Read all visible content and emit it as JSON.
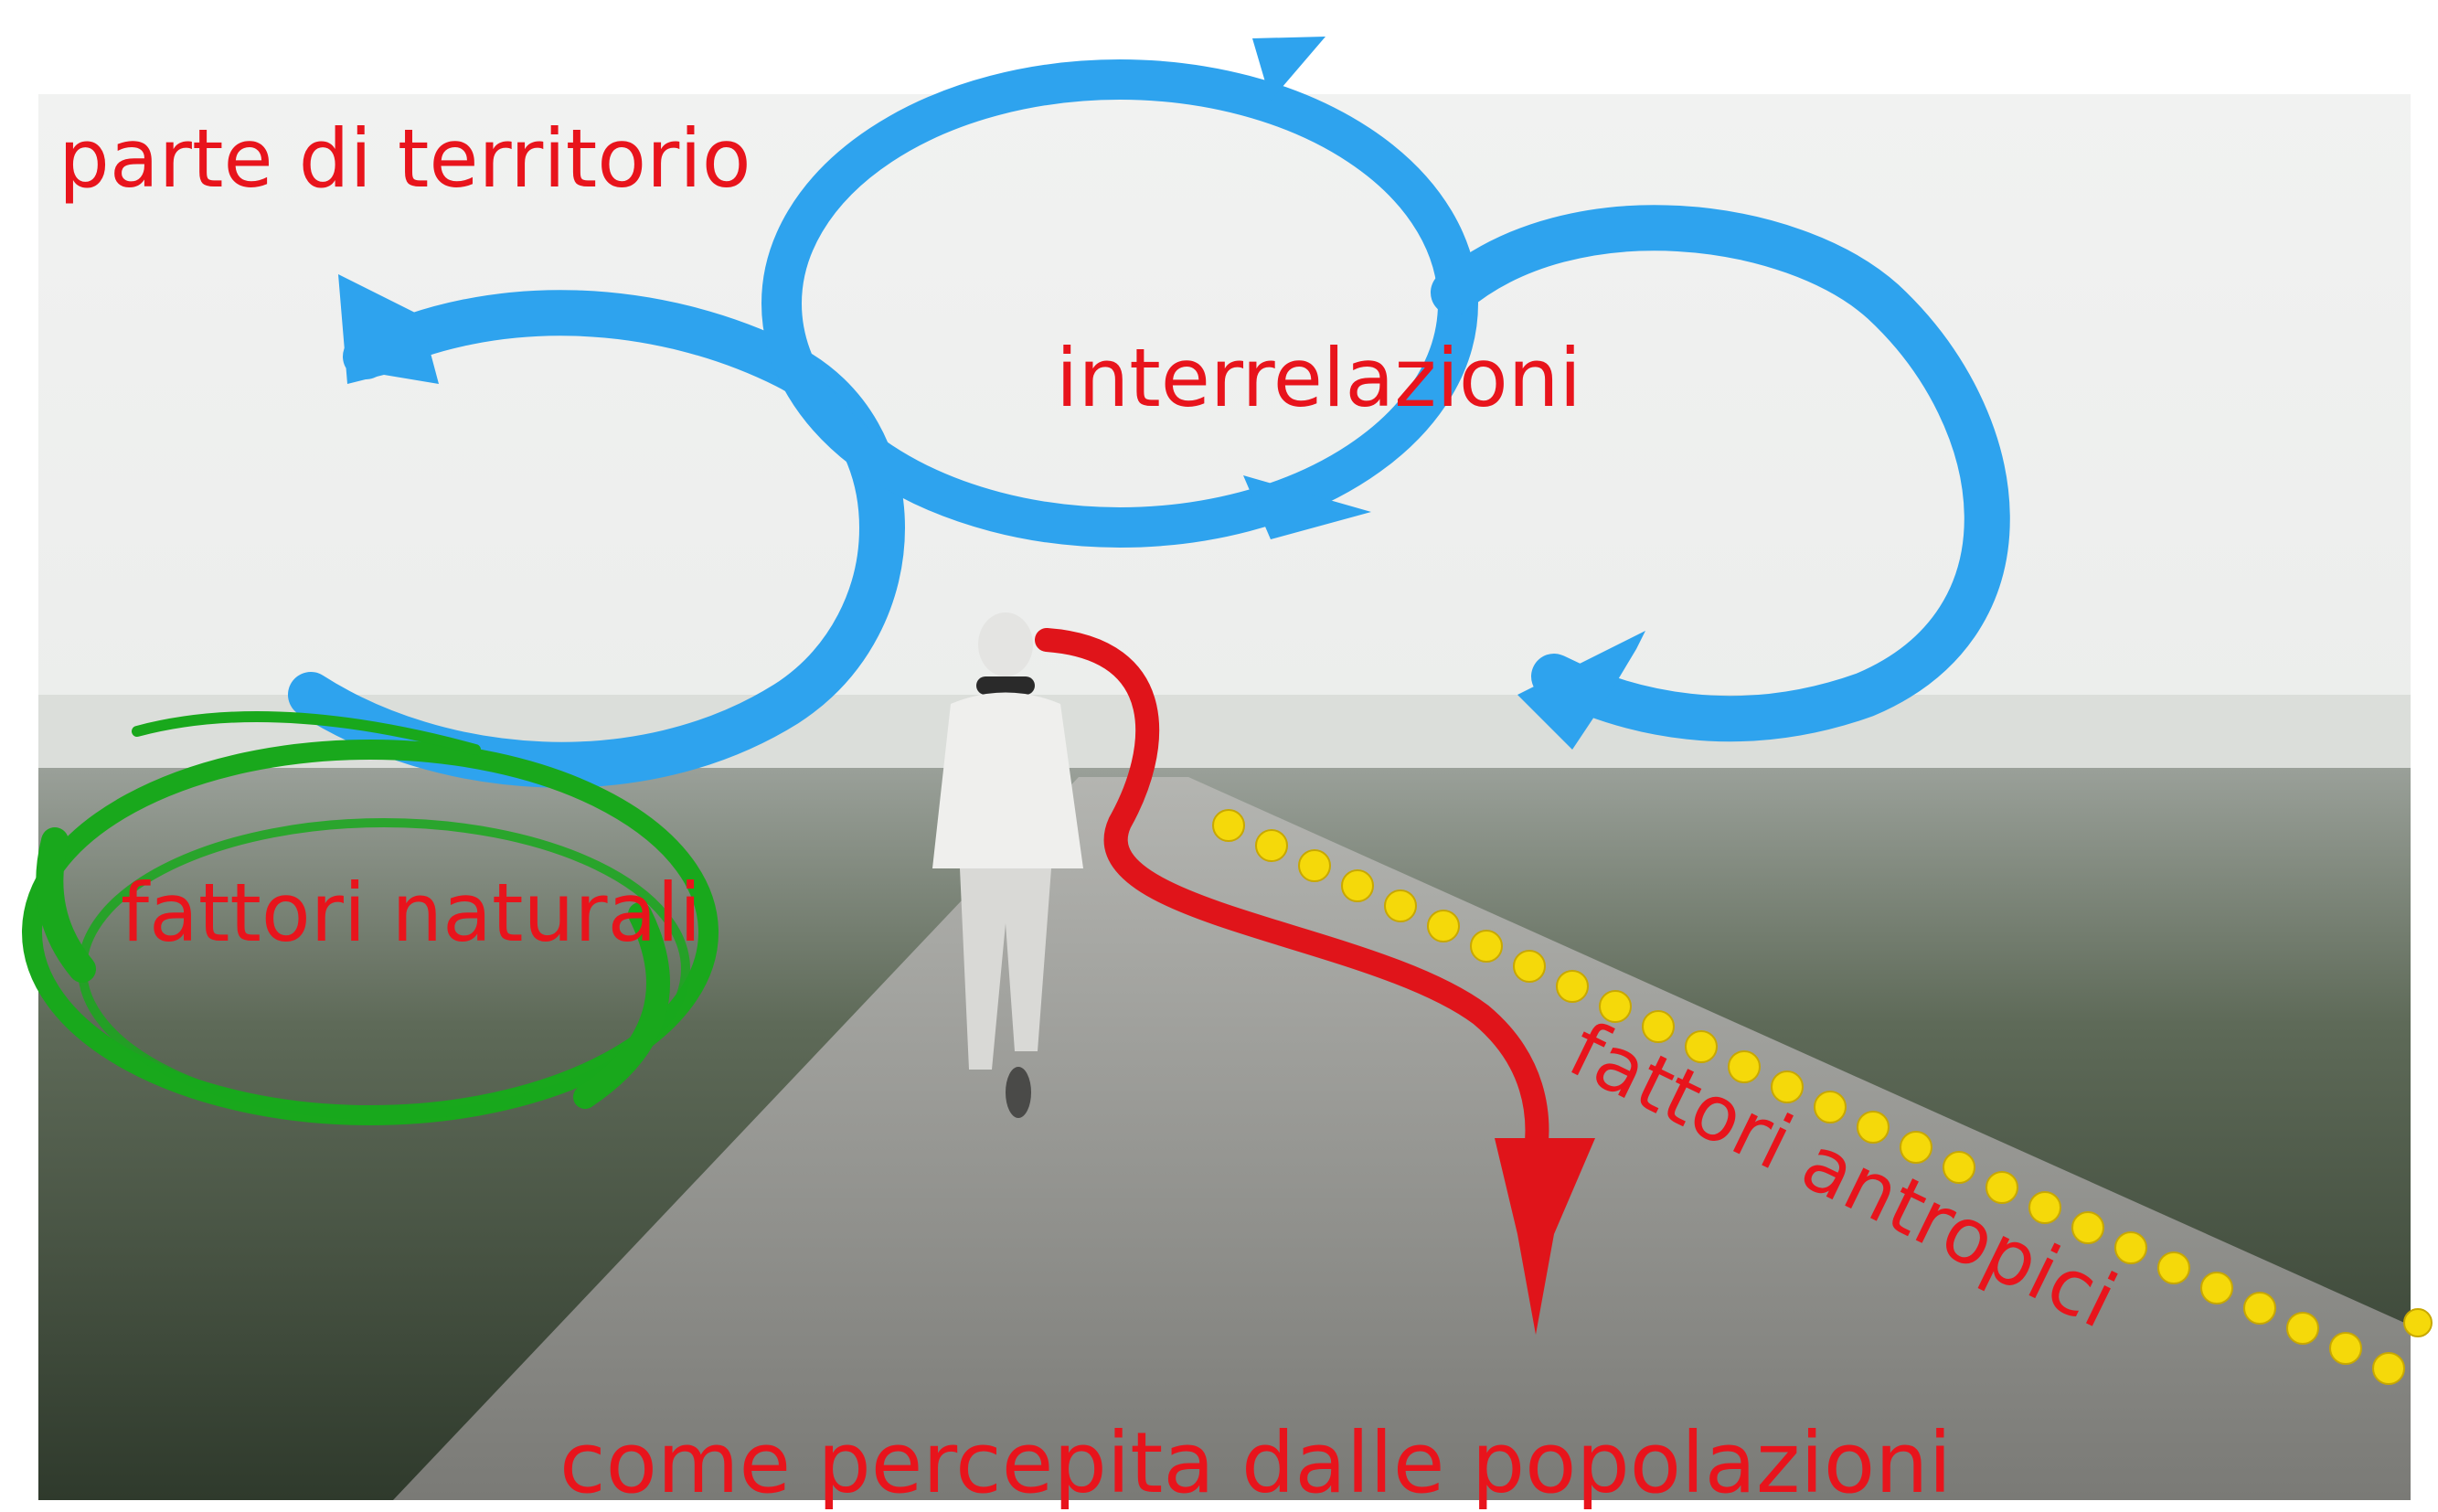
{
  "labels": {
    "parte_di_territorio": "parte di territorio",
    "interrelazioni": "interrelazioni",
    "fattori_naturali": "fattori naturali",
    "fattori_antropici": "fattori antropici",
    "come_percepita": "come percepita dalle popolazioni"
  },
  "colors": {
    "label_text": "#e8141c",
    "cycle_arrows": "#2ea3ee",
    "natural_circle": "#19a81c",
    "anthropic_dots": "#f5d90a",
    "path_arrow": "#e0141a",
    "sky": "#eef0ef",
    "road": "#8a8a86",
    "fields": "#4e5a48"
  },
  "icons": {
    "cycle": "blue-cycle-arrows-icon",
    "natural": "green-brush-circle-icon",
    "anthropic": "yellow-dotted-line-icon",
    "path": "red-curved-arrow-icon",
    "walker": "walking-person-icon"
  }
}
